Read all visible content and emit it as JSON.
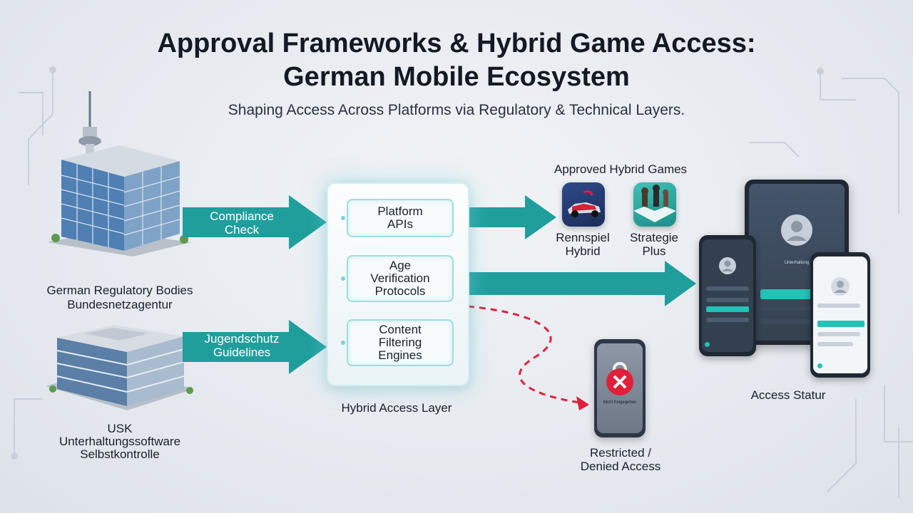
{
  "header": {
    "title_line1": "Approval Frameworks & Hybrid Game Access:",
    "title_line2": "German Mobile Ecosystem",
    "subtitle": "Shaping Access Across Platforms via Regulatory & Technical Layers."
  },
  "sources": {
    "regulator_line1": "German Regulatory Bodies",
    "regulator_line2": "Bundesnetzagentur",
    "usk_line1": "USK",
    "usk_line2": "Unterhaltungssoftware",
    "usk_line3": "Selbstkontrolle"
  },
  "arrows": {
    "compliance_line1": "Compliance",
    "compliance_line2": "Check",
    "jugend_line1": "Jugendschutz",
    "jugend_line2": "Guidelines"
  },
  "layer": {
    "module1_line1": "Platform",
    "module1_line2": "APIs",
    "module2_line1": "Age",
    "module2_line2": "Verification",
    "module2_line3": "Protocols",
    "module3_line1": "Content",
    "module3_line2": "Filtering",
    "module3_line3": "Engines",
    "caption": "Hybrid Access Layer"
  },
  "games": {
    "heading": "Approved Hybrid Games",
    "game1_line1": "Rennspiel",
    "game1_line2": "Hybrid",
    "game2_line1": "Strategie",
    "game2_line2": "Plus"
  },
  "denied": {
    "screen_text": "Nicht freigegeben",
    "label_line1": "Restricted /",
    "label_line2": "Denied Access"
  },
  "status": {
    "label": "Access Statur",
    "screen_heading": "Unterhaltung"
  },
  "colors": {
    "teal": "#1f9e9c",
    "deny_red": "#e0203a",
    "device_dark": "#2c3847"
  }
}
